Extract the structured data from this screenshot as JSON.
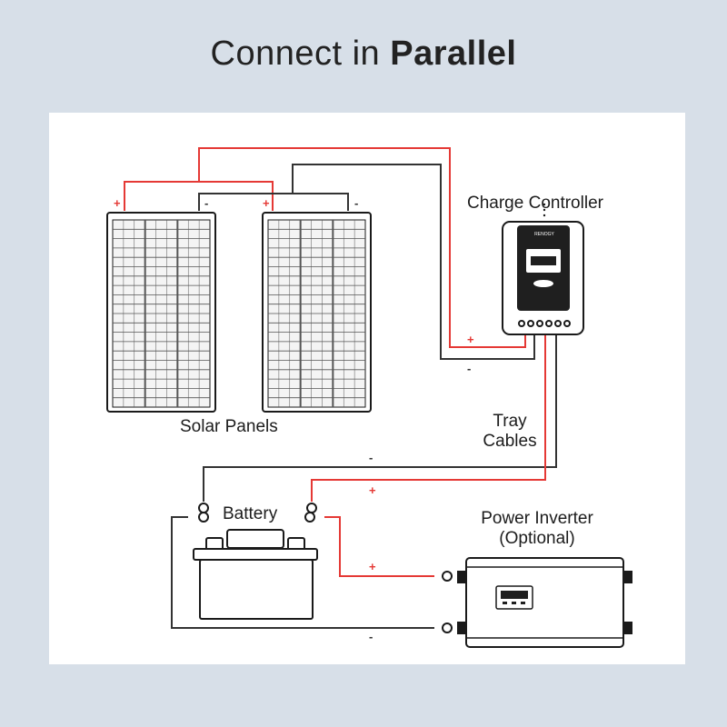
{
  "title": {
    "prefix": "Connect in",
    "emphasis": "Parallel"
  },
  "labels": {
    "charge_controller": "Charge Controller",
    "solar_panels": "Solar Panels",
    "tray_cables_line1": "Tray",
    "tray_cables_line2": "Cables",
    "battery": "Battery",
    "inverter_line1": "Power Inverter",
    "inverter_line2": "(Optional)"
  },
  "polarity": {
    "plus": "+",
    "minus": "-"
  },
  "controller_brand": "RENOGY",
  "colors": {
    "background": "#d7dfe8",
    "card": "#ffffff",
    "positive_wire": "#e53935",
    "negative_wire": "#333333",
    "outline": "#1a1a1a",
    "panel_cell": "#f4f4f4"
  }
}
